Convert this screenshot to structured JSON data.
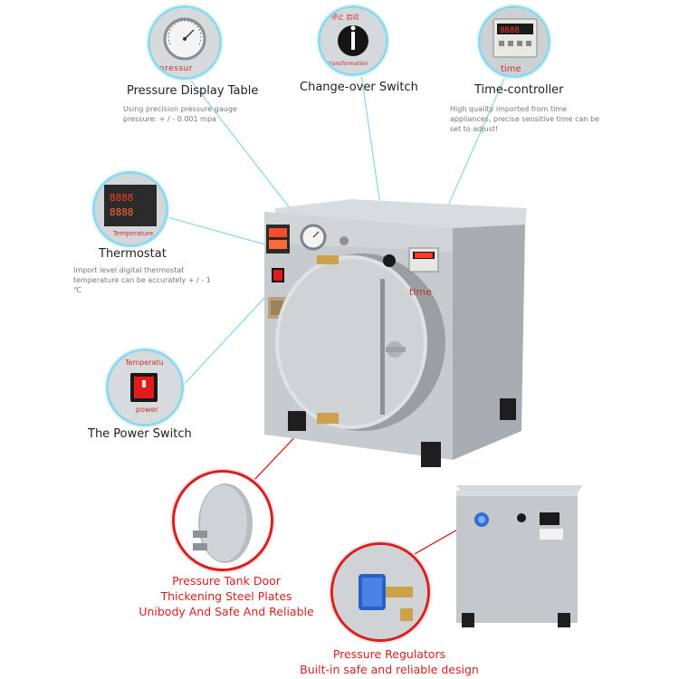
{
  "callouts": {
    "pressure_display": {
      "title": "Pressure Display Table",
      "desc": "Using precision pressure gauge pressure: + / - 0.001 mpa",
      "photo_text": "pressur"
    },
    "changeover_switch": {
      "title": "Change-over Switch",
      "photo_text": "transformation"
    },
    "time_controller": {
      "title": "Time-controller",
      "desc": "High quality imported from time appliances, precise sensitive time can be set to adjust!",
      "photo_text": "time"
    },
    "thermostat": {
      "title": "Thermostat",
      "desc": "Import level digital thermostat temperature can be accurately + / - 1 ℃",
      "photo_text": "Temperature"
    },
    "power_switch": {
      "title": "The Power Switch",
      "photo_top": "Temperatu",
      "photo_bottom": "power"
    },
    "tank_door": {
      "line1": "Pressure Tank Door",
      "line2": "Thickening Steel Plates",
      "line3": "Unibody And Safe And Reliable"
    },
    "regulators": {
      "line1": "Pressure Regulators",
      "line2": "Built-in safe and reliable design"
    }
  },
  "machine": {
    "label": "time"
  },
  "colors": {
    "cyan": "#8fd9ec",
    "red": "#d9201f",
    "steel": "#c9cdd1"
  }
}
